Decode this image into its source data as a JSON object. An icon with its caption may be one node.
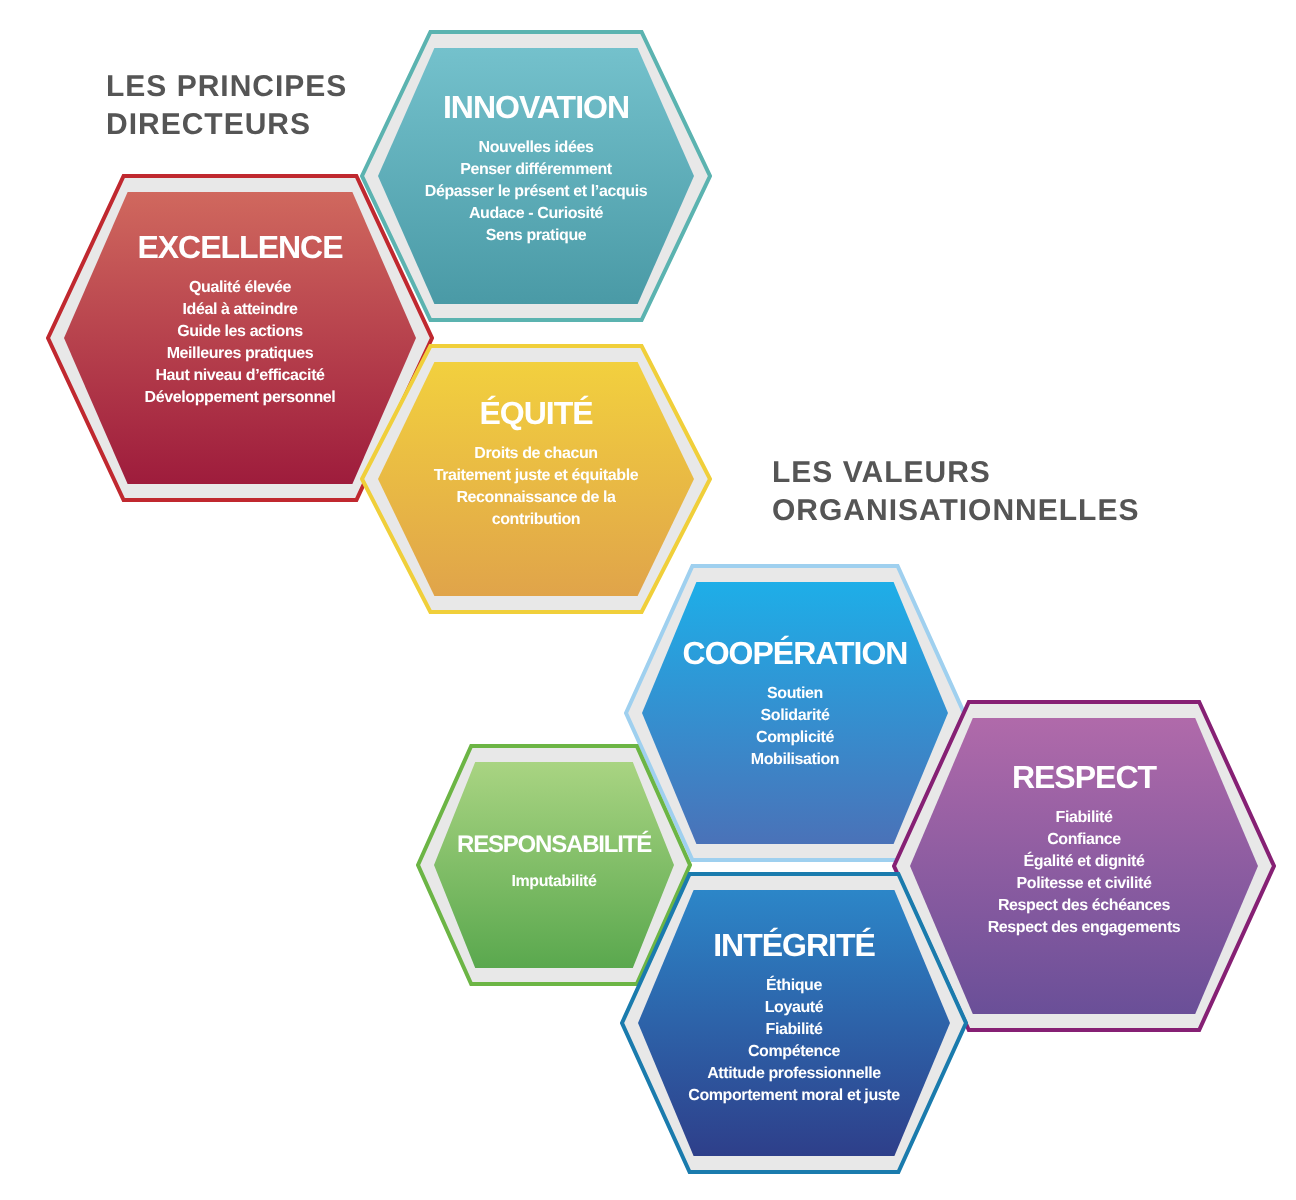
{
  "diagram": {
    "nodes": [
      {
        "text": [
          "INNOVATION",
          "Nouvelles idées",
          "Penser différemment",
          "Dépasser le présent et l’acquis",
          "Audace - Curiosité",
          "Sens pratique"
        ]
      },
      {
        "text": [
          "EXCELLENCE",
          "Qualité élevée",
          "Idéal à atteindre",
          "Guide les actions",
          "Meilleures pratiques",
          "Haut niveau d’efficacité",
          "Développement personnel"
        ]
      },
      {
        "text": [
          "ÉQUITÉ",
          "Droits de chacun",
          "Traitement juste et équitable",
          "Reconnaissance de la contribution"
        ]
      },
      {
        "text": [
          "COOPÉRATION",
          "Soutien",
          "Solidarité",
          "Complicité",
          "Mobilisation"
        ]
      },
      {
        "text": [
          "RESPECT",
          "Fiabilité",
          "Confiance",
          "Égalité et dignité",
          "Politesse et civilité",
          "Respect des échéances",
          "Respect des engagements"
        ]
      },
      {
        "text": [
          "RESPONSABILITÉ",
          "Imputabilité"
        ]
      },
      {
        "text": [
          "INTÉGRITÉ",
          "Éthique",
          "Loyauté",
          "Fiabilité",
          "Compétence",
          "Attitude professionnelle",
          "Comportement moral et juste"
        ]
      }
    ],
    "labels": [
      "LES PRINCIPES DIRECTEURS",
      "LES VALEURS ORGANISATIONNELLES"
    ]
  }
}
